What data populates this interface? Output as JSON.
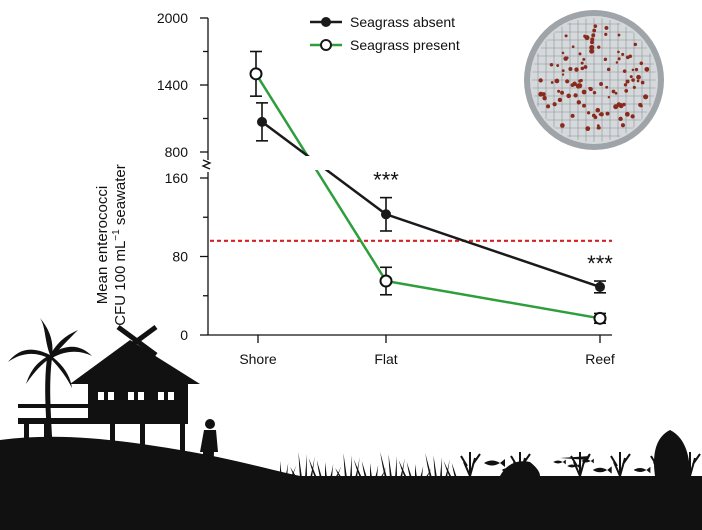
{
  "chart_data": {
    "type": "line",
    "ylabel_line1": "Mean enterococci",
    "ylabel_line2_prefix": "CFU 100 mL",
    "ylabel_line2_sup": "−1",
    "ylabel_line2_suffix": " seawater",
    "categories": [
      "Shore",
      "Flat",
      "Reef"
    ],
    "y_axis_break": true,
    "y_ticks_upper": [
      "2000",
      "1400",
      "800"
    ],
    "y_ticks_lower": [
      "160",
      "80",
      "0"
    ],
    "ylim_lower": [
      0,
      160
    ],
    "ylim_upper": [
      800,
      2000
    ],
    "reference_line": {
      "value": 96,
      "style": "dashed",
      "color": "#d62020"
    },
    "series": [
      {
        "name": "Seagrass absent",
        "color": "#1a1a1a",
        "marker": "filled-circle",
        "values": [
          1070,
          123,
          49
        ],
        "errors": [
          170,
          17,
          6
        ]
      },
      {
        "name": "Seagrass present",
        "color": "#2e9e3c",
        "marker": "open-circle",
        "values": [
          1500,
          55,
          17
        ],
        "errors": [
          200,
          14,
          5
        ]
      }
    ],
    "annotations": [
      {
        "text": "***",
        "category": "Flat"
      },
      {
        "text": "***",
        "category": "Reef"
      }
    ],
    "legend_position": "top-center"
  },
  "colors": {
    "silhouette": "#111111",
    "dish_rim": "#b8bcbf",
    "dish_inner": "#cfd3d6",
    "colony": "#8a2a1c"
  }
}
